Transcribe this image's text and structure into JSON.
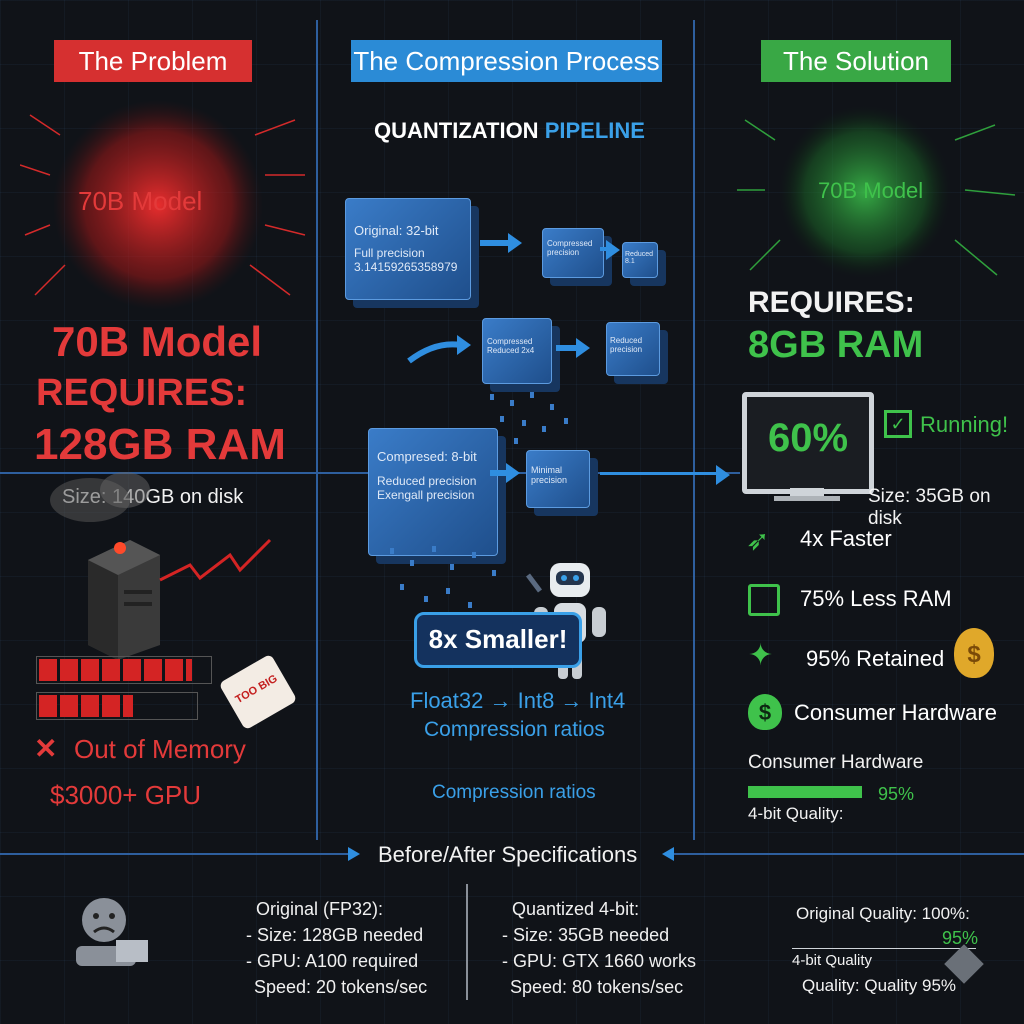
{
  "headers": {
    "problem": "The Problem",
    "process": "The Compression Process",
    "solution": "The Solution"
  },
  "problem": {
    "model_label": "70B Model",
    "title": "70B Model",
    "requires": "REQUIRES:",
    "ram": "128GB RAM",
    "disk": "Size: 140GB on disk",
    "tag": "TOO BIG",
    "error": "Out of Memory",
    "cost": "$3000+ GPU",
    "memory_bar_1_fill": 0.9,
    "memory_bar_2_fill": 0.6
  },
  "process": {
    "title_a": "QUANTIZATION",
    "title_b": "PIPELINE",
    "box1": {
      "line1": "Original: 32-bit",
      "line2": "Full precision",
      "line3": "3.14159265358979"
    },
    "box_small1": {
      "line1": "Compressed",
      "line2": "precision"
    },
    "box_tiny1": {
      "line1": "Reduced",
      "line2": "8.1"
    },
    "box_mid1": {
      "line1": "Compressed",
      "line2": "Reduced 2x4"
    },
    "box_mid2": {
      "line1": "Reduced",
      "line2": "precision"
    },
    "box2": {
      "line1": "Compresed: 8-bit",
      "line2": "Reduced precision",
      "line3": "Exengall precision"
    },
    "box_small2": {
      "line1": "Minimal",
      "line2": "precision"
    },
    "smaller": "8x Smaller!",
    "ratio_chain": "Float32 → Int8 → Int4",
    "ratio_label": "Compression ratios",
    "ratio_label2": "Compression ratios"
  },
  "solution": {
    "model_label": "70B Model",
    "requires": "REQUIRES:",
    "ram": "8GB RAM",
    "monitor_value": "60%",
    "running": "Running!",
    "disk": "Size: 35GB on disk",
    "features": [
      "4x Faster",
      "75% Less RAM",
      "95% Retained",
      "Consumer Hardware"
    ],
    "hw_label": "Consumer Hardware",
    "quality_value": "95%",
    "quality_label": "4-bit Quality:",
    "quality_fill": 0.95
  },
  "specs": {
    "title": "Before/After Specifications",
    "original": [
      "Original (FP32):",
      "- Size: 128GB needed",
      "- GPU: A100 required",
      "Speed: 20 tokens/sec"
    ],
    "quantized": [
      "Quantized 4-bit:",
      "- Size: 35GB needed",
      "- GPU: GTX 1660 works",
      "Speed: 80 tokens/sec"
    ],
    "quality_original": "Original Quality: 100%:",
    "quality_95": "95%",
    "quality_4bit": "4-bit Quality",
    "quality_final": "Quality: Quality  95%"
  },
  "colors": {
    "red": "#e33a3a",
    "green": "#3fc24b",
    "blue": "#2f8ee0"
  }
}
